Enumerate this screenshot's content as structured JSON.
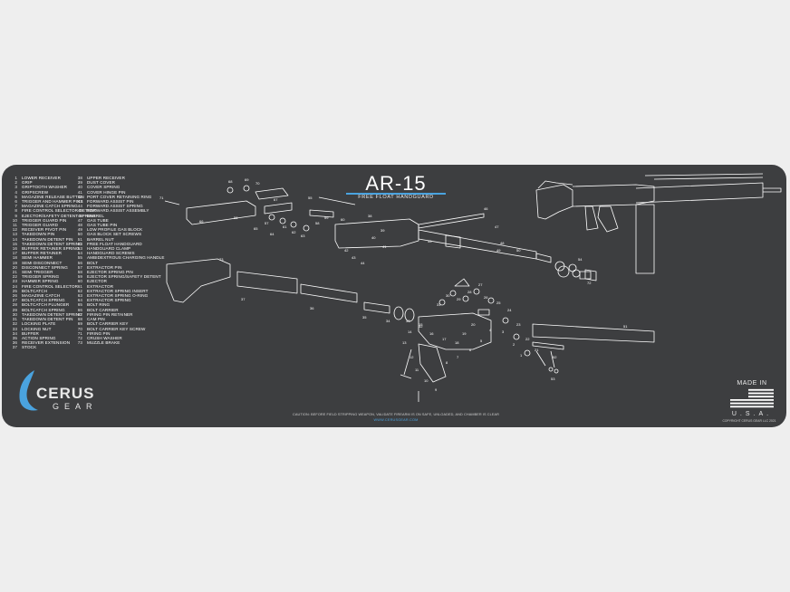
{
  "title": "AR-15",
  "subtitle": "FREE FLOAT HANDGUARD",
  "parts_col1": [
    {
      "n": "1",
      "t": "LOWER RECEIVER"
    },
    {
      "n": "2",
      "t": "GRIP"
    },
    {
      "n": "3",
      "t": "GRIPTOOTH WASHER"
    },
    {
      "n": "4",
      "t": "GRIPSCREW"
    },
    {
      "n": "5",
      "t": "MAGAZINE RELEASE BUTTON"
    },
    {
      "n": "6",
      "t": "TRIGGER AND HAMMER PINS"
    },
    {
      "n": "7",
      "t": "MAGAZINE CATCH SPRING"
    },
    {
      "n": "8",
      "t": "FIRE CONTROL SELECTOR DETENT"
    },
    {
      "n": "9",
      "t": "EJECTOR/SAFETY DETENT SPRING"
    },
    {
      "n": "10",
      "t": "TRIGGER GUARD PIN"
    },
    {
      "n": "11",
      "t": "TRIGGER GUARD"
    },
    {
      "n": "12",
      "t": "RECEIVER PIVOT PIN"
    },
    {
      "n": "13",
      "t": "TAKEDOWN PIN"
    },
    {
      "n": "14",
      "t": "TAKEDOWN DETENT PIN"
    },
    {
      "n": "15",
      "t": "TAKEDOWN DETENT SPRING"
    },
    {
      "n": "16",
      "t": "BUFFER RETAINER SPRING"
    },
    {
      "n": "17",
      "t": "BUFFER RETAINER"
    },
    {
      "n": "18",
      "t": "SEMI HAMMER"
    },
    {
      "n": "19",
      "t": "SEMI DISCONNECT"
    },
    {
      "n": "20",
      "t": "DISCONNECT SPRING"
    },
    {
      "n": "21",
      "t": "SEMI TRIGGER"
    },
    {
      "n": "22",
      "t": "TRIGGER SPRING"
    },
    {
      "n": "23",
      "t": "HAMMER SPRING"
    },
    {
      "n": "24",
      "t": "FIRE CONTROL SELECTOR"
    },
    {
      "n": "25",
      "t": "BOLTCATCH"
    },
    {
      "n": "26",
      "t": "MAGAZINE CATCH"
    },
    {
      "n": "27",
      "t": "BOLTCATCH SPRING"
    },
    {
      "n": "28",
      "t": "BOLTCATCH PLUNGER"
    },
    {
      "n": "29",
      "t": "BOLTCATCH SPRING"
    },
    {
      "n": "30",
      "t": "TAKEDOWN DETENT SPRING"
    },
    {
      "n": "31",
      "t": "TAKEDOWN DETENT PIN"
    },
    {
      "n": "32",
      "t": "LOCKING PLATE"
    },
    {
      "n": "33",
      "t": "LOCKING NUT"
    },
    {
      "n": "34",
      "t": "BUFFER"
    },
    {
      "n": "35",
      "t": "ACTION SPRING"
    },
    {
      "n": "36",
      "t": "RECEIVER EXTENSION"
    },
    {
      "n": "37",
      "t": "STOCK"
    }
  ],
  "parts_col2": [
    {
      "n": "38",
      "t": "UPPER RECEIVER"
    },
    {
      "n": "39",
      "t": "DUST COVER"
    },
    {
      "n": "40",
      "t": "COVER SPRING"
    },
    {
      "n": "41",
      "t": "COVER HINGE PIN"
    },
    {
      "n": "42",
      "t": "PORT COVER RETAINING RING"
    },
    {
      "n": "43",
      "t": "FORWARD ASSIST PIN"
    },
    {
      "n": "44",
      "t": "FORWARD ASSIST SPRING"
    },
    {
      "n": "45",
      "t": "FORWARD ASSIST ASSEMBLY"
    },
    {
      "n": "46",
      "t": "BARREL"
    },
    {
      "n": "47",
      "t": "GAS TUBE"
    },
    {
      "n": "48",
      "t": "GAS TUBE PIN"
    },
    {
      "n": "49",
      "t": "LOW PROFILE GAS BLOCK"
    },
    {
      "n": "50",
      "t": "GAS BLOCK SET SCREWS"
    },
    {
      "n": "51",
      "t": "BARREL NUT"
    },
    {
      "n": "52",
      "t": "FREE FLOAT HANDGUARD"
    },
    {
      "n": "53",
      "t": "HANDGUARD CLAMP"
    },
    {
      "n": "54",
      "t": "HANDGUARD SCREWS"
    },
    {
      "n": "55",
      "t": "AMBIDEXTROUS CHARGING HANDLE"
    },
    {
      "n": "56",
      "t": "BOLT"
    },
    {
      "n": "57",
      "t": "EXTRACTOR PIN"
    },
    {
      "n": "58",
      "t": "EJECTOR SPRING PIN"
    },
    {
      "n": "59",
      "t": "EJECTOR SPRING/SAFETY DETENT"
    },
    {
      "n": "60",
      "t": "EJECTOR"
    },
    {
      "n": "61",
      "t": "EXTRACTOR"
    },
    {
      "n": "62",
      "t": "EXTRACTOR SPRING INSERT"
    },
    {
      "n": "63",
      "t": "EXTRACTOR SPRING O-RING"
    },
    {
      "n": "64",
      "t": "EXTRACTOR SPRING"
    },
    {
      "n": "65",
      "t": "BOLT RING"
    },
    {
      "n": "66",
      "t": "BOLT CARRIER"
    },
    {
      "n": "67",
      "t": "FIRING PIN RETAINER"
    },
    {
      "n": "68",
      "t": "CAM PIN"
    },
    {
      "n": "69",
      "t": "BOLT CARRIER KEY"
    },
    {
      "n": "70",
      "t": "BOLT CARRIER KEY SCREW"
    },
    {
      "n": "71",
      "t": "FIRING PIN"
    },
    {
      "n": "72",
      "t": "CRUSH WASHER"
    },
    {
      "n": "73",
      "t": "MUZZLE BRAKE"
    }
  ],
  "diagram_labels": [
    "71",
    "68",
    "69",
    "70",
    "66",
    "67",
    "55",
    "56",
    "61",
    "62",
    "63",
    "64",
    "65",
    "57",
    "58",
    "59",
    "60",
    "38",
    "39",
    "40",
    "41",
    "42",
    "43",
    "44",
    "45",
    "46",
    "47",
    "48",
    "49",
    "50",
    "51",
    "52",
    "53",
    "54",
    "72",
    "73",
    "37",
    "36",
    "35",
    "34",
    "33",
    "32",
    "31",
    "30",
    "29",
    "28",
    "27",
    "26",
    "25",
    "24",
    "23",
    "22",
    "21",
    "20",
    "19",
    "18",
    "17",
    "16",
    "15",
    "14",
    "13",
    "12",
    "11",
    "10",
    "9",
    "8",
    "7",
    "6",
    "5",
    "4",
    "3",
    "2",
    "1"
  ],
  "brand": {
    "name": "CERUS",
    "sub": "GEAR"
  },
  "caution": "CAUTION: BEFORE FIELD STRIPPING WEAPON, VALIDATE FIREARM IS ON SAFE, UNLOADED, AND CHAMBER IS CLEAR",
  "website": "WWW.CERUSGEAR.COM",
  "made_in": "MADE IN",
  "usa": "U.S.A.",
  "copyright": "COPYRIGHT CERUS GEAR LLC 2021",
  "colors": {
    "mat": "#3d3e40",
    "accent": "#4aa3df",
    "line": "#ffffff"
  }
}
